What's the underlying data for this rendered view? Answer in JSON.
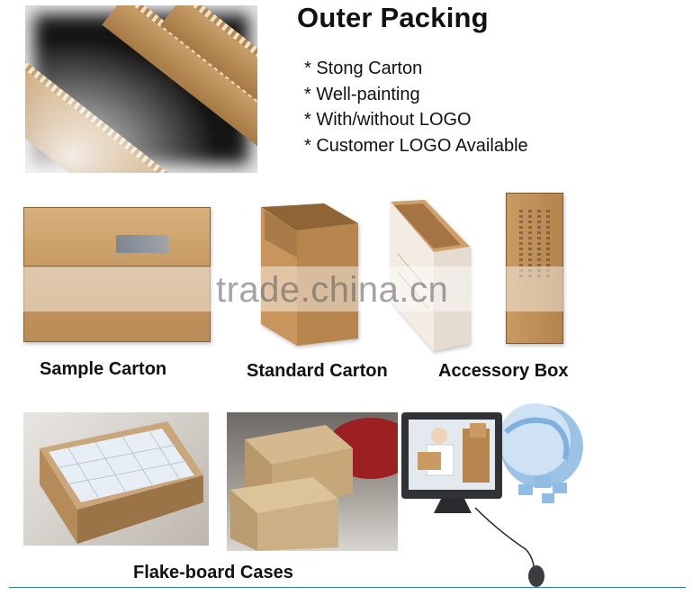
{
  "header": {
    "title": "Outer Packing",
    "bullets": [
      "* Stong Carton",
      "* Well-painting",
      "* With/without LOGO",
      "* Customer LOGO Available"
    ]
  },
  "products": {
    "sample_caption": "Sample Carton",
    "standard_caption": "Standard Carton",
    "accessory_caption": "Accessory Box"
  },
  "cases": {
    "caption": "Flake-board Cases"
  },
  "watermark": "trade.china.cn",
  "colors": {
    "cardboard": "#c79a63",
    "rule": "#2e7bbd"
  }
}
